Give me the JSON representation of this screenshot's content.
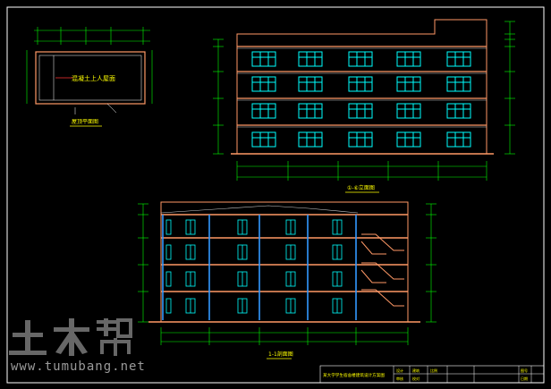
{
  "drawing": {
    "roof_plan_title": "屋顶平面图",
    "roof_note": "混凝土上人屋面",
    "front_elevation_title": "①-⑥立面图",
    "section_title": "1-1剖面图"
  },
  "title_block": {
    "project_name": "某大学学生宿舍楼建筑设计方案图",
    "cells": [
      "设计",
      "审核",
      "建筑",
      "比例",
      "图号",
      "校对",
      "日期"
    ]
  },
  "watermark": {
    "site": "www.tumubang.net",
    "logo_text": "土木帮"
  },
  "colors": {
    "background": "#000000",
    "frame": "#ffffff",
    "dimension": "#00ff00",
    "wall": "#ff9966",
    "window": "#00ffff",
    "label": "#ffff00",
    "column": "#3399ff"
  }
}
